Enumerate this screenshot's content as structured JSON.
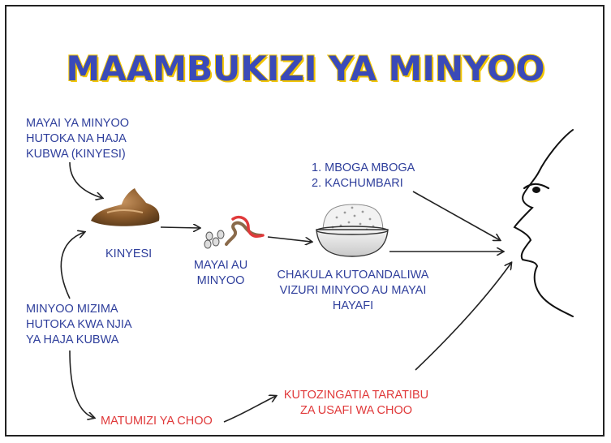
{
  "title": "MAAMBUKIZI YA MINYOO",
  "labels": {
    "eggs_from_feces": [
      "MAYAI YA MINYOO",
      "HUTOKA NA HAJA",
      "KUBWA (KINYESI)"
    ],
    "feces": "KINYESI",
    "eggs_or_worms": [
      "MAYAI AU",
      "MINYOO"
    ],
    "vegetables": [
      "1. MBOGA MBOGA",
      "2. KACHUMBARI"
    ],
    "food": [
      "CHAKULA KUTOANDALIWA",
      "VIZURI MINYOO AU MAYAI",
      "HAYAFI"
    ],
    "whole_worms": [
      "MINYOO MIZIMA",
      "HUTOKA KWA NJIA",
      "YA HAJA KUBWA"
    ],
    "toilet_use": "MATUMIZI YA CHOO",
    "hygiene": [
      "KUTOZINGATIA TARATIBU",
      "ZA USAFI WA CHOO"
    ]
  },
  "colors": {
    "title_fill": "#3a4ab8",
    "title_outline": "#f2c500",
    "text_blue": "#2f3f9c",
    "text_red": "#e0393a",
    "feces_brown": "#8a5a2b",
    "worm_red": "#e0393a"
  },
  "icons": [
    "feces-icon",
    "eggs-icon",
    "worms-icon",
    "food-bowl-icon",
    "face-profile-icon"
  ]
}
